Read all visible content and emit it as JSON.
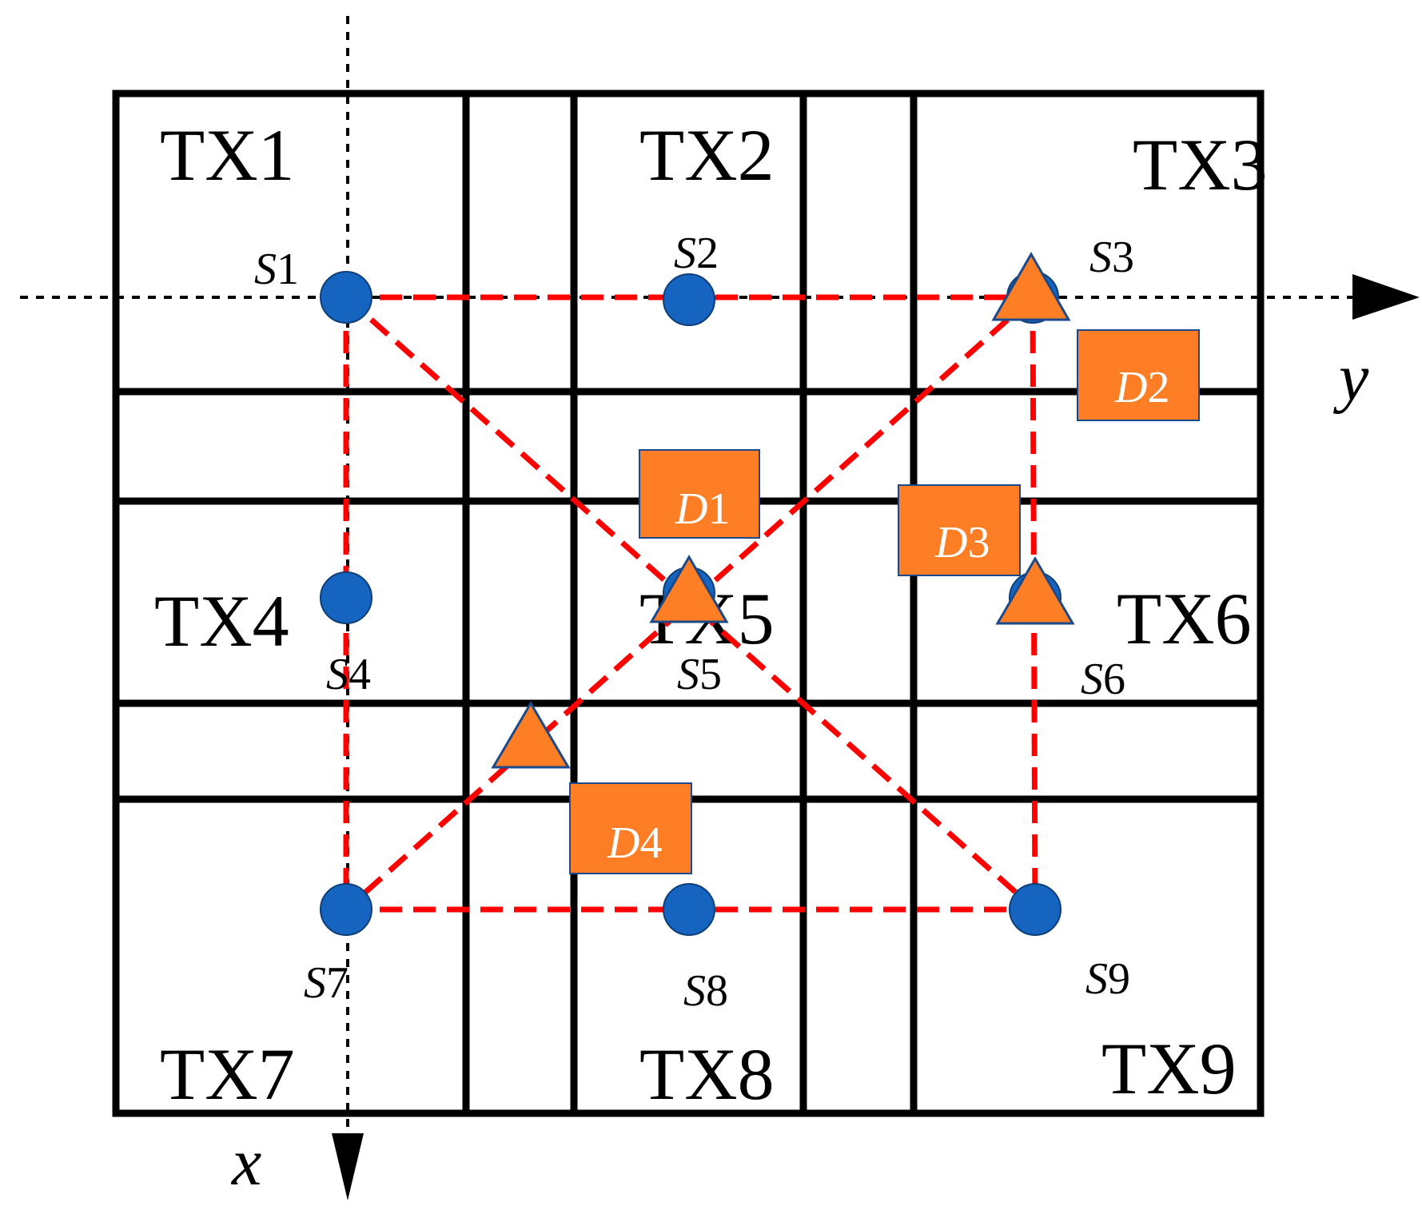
{
  "colors": {
    "sensor": "#1565c0",
    "device": "#fd7e24",
    "connection": "#ff0000",
    "grid": "#000000"
  },
  "axes": {
    "x_label": "x",
    "y_label": "y"
  },
  "regions": [
    {
      "id": "tx1",
      "label": "TX1"
    },
    {
      "id": "tx2",
      "label": "TX2"
    },
    {
      "id": "tx3",
      "label": "TX3"
    },
    {
      "id": "tx4",
      "label": "TX4"
    },
    {
      "id": "tx5",
      "label": "TX5"
    },
    {
      "id": "tx6",
      "label": "TX6"
    },
    {
      "id": "tx7",
      "label": "TX7"
    },
    {
      "id": "tx8",
      "label": "TX8"
    },
    {
      "id": "tx9",
      "label": "TX9"
    }
  ],
  "sensors": [
    {
      "id": "s1",
      "letter": "S",
      "index": "1"
    },
    {
      "id": "s2",
      "letter": "S",
      "index": "2"
    },
    {
      "id": "s3",
      "letter": "S",
      "index": "3"
    },
    {
      "id": "s4",
      "letter": "S",
      "index": "4"
    },
    {
      "id": "s5",
      "letter": "S",
      "index": "5"
    },
    {
      "id": "s6",
      "letter": "S",
      "index": "6"
    },
    {
      "id": "s7",
      "letter": "S",
      "index": "7"
    },
    {
      "id": "s8",
      "letter": "S",
      "index": "8"
    },
    {
      "id": "s9",
      "letter": "S",
      "index": "9"
    }
  ],
  "devices": [
    {
      "id": "d1",
      "letter": "D",
      "index": "1"
    },
    {
      "id": "d2",
      "letter": "D",
      "index": "2"
    },
    {
      "id": "d3",
      "letter": "D",
      "index": "3"
    },
    {
      "id": "d4",
      "letter": "D",
      "index": "4"
    }
  ]
}
